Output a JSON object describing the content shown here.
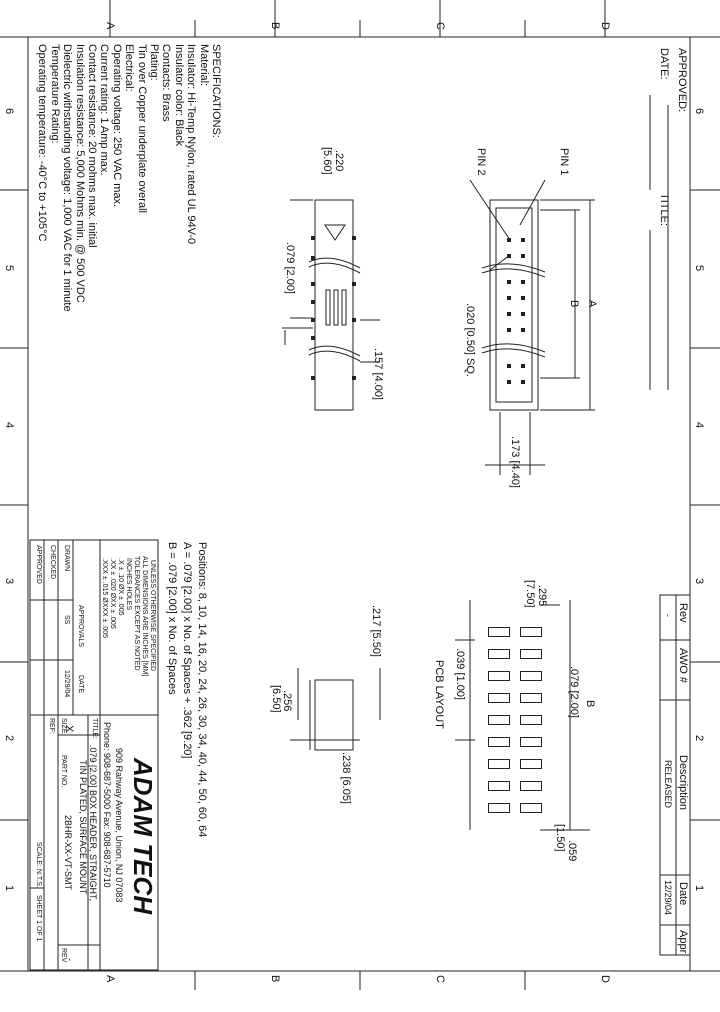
{
  "grid": {
    "rows_left": [
      "6",
      "5",
      "4",
      "3",
      "2",
      "1"
    ],
    "rows_right": [
      "6",
      "5",
      "4",
      "3",
      "2",
      "1"
    ],
    "cols_top": [
      "A",
      "B",
      "C",
      "D"
    ],
    "cols_bottom": [
      "A",
      "B",
      "C",
      "D"
    ]
  },
  "approval": {
    "approved_label": "APPROVED:",
    "date_label": "DATE:",
    "title_label": "TITLE:"
  },
  "specs": {
    "lines": [
      "SPECIFICATIONS:",
      "Material:",
      "Insulator: Hi-Temp Nylon, rated UL 94V-0",
      "Insulator color: Black",
      "Contacts: Brass",
      "Plating:",
      "Tin over Copper underplate overall",
      "Electrical:",
      "Operating voltage: 250 VAC max.",
      "Current rating: 1 Amp max.",
      "Contact resistance: 20 mohms max. initial",
      "Insulation resistance: 5,000 Mohms min. @ 500 VDC",
      "Dielectric withstanding voltage: 1,000 VAC for 1 minute",
      "Temperature Rating:",
      "Operating temperature: -40°C to +105°C"
    ]
  },
  "dims": {
    "d220": ".220",
    "d560": "[5.60]",
    "d079_200": ".079 [2.00]",
    "d157": ".157 [4.00]",
    "d020": ".020 [0.50] SQ.",
    "d173": ".173 [4.40]",
    "pin1": "PIN 1",
    "pin2": "PIN 2",
    "A": "A",
    "B": "B",
    "d295": ".295",
    "d750": "[7.50]",
    "d079b": ".079 [2.00]",
    "d039": ".039 [1.00]",
    "d059": ".059",
    "d150": "[1.50]",
    "B2": "B",
    "pcb": "PCB LAYOUT",
    "d217": ".217 [5.50]",
    "d256": ".256",
    "d650": "[6.50]",
    "d238": ".238 [6.05]"
  },
  "positions": {
    "line1": "Positions: 8, 10, 14, 16, 20, 24, 26, 30, 34, 40, 44, 50, 60, 64",
    "line2": "A = .079 [2.00] x No. of Spaces + .362 [9.20]",
    "line3": "B = .079 [2.00] x No. of Spaces"
  },
  "revision": {
    "rev_h": "Rev",
    "awo_h": "AWO #",
    "desc_h": "Description",
    "date_h": "Date",
    "appr_h": "Appr",
    "rev_v": "-",
    "desc_v": "RELEASED",
    "date_v": "12/29/04"
  },
  "tolerance": {
    "l1": "UNLESS OTHERWISE SPECIFIED",
    "l2": "ALL DIMENSIONS ARE INCHES [MM]",
    "l3": "TOLERANCES EXCEPT AS NOTED",
    "l4": "INCHES                    HOLES",
    "l5": ".X     ± .10          ØX     ± .005",
    "l6": ".XX    ± .020         ØXX    ± .005",
    "l7": ".XXX   ± .015         ØXXX   ± .005",
    "approvals": "APPROVALS",
    "date": "DATE",
    "drawn": "DRAWN",
    "checked": "CHECKED",
    "approved": "APPROVED",
    "drawn_by": "SS",
    "drawn_date": "12/29/04"
  },
  "company": {
    "name": "ADAM TECH",
    "addr": "909 Rahway Avenue, Union, NJ 07083",
    "phone": "Phone: 908-687-5000 Fax: 908-687-5710"
  },
  "titleblock": {
    "title_l": "TITLE:",
    "title1": ".079 [2.00] BOX HEADER, STRAIGHT,",
    "title2": "TIN PLATED, SURFACE MOUNT",
    "size_l": "SIZE",
    "size_v": "X",
    "part_l": "PART NO.",
    "part_v": "2BHR-XX-VT-SMT",
    "rev_l": "REV",
    "rev_v": "-",
    "ref_l": "REF:",
    "scale": "SCALE: N.T.S.",
    "sheet": "SHEET 1 OF 1"
  }
}
